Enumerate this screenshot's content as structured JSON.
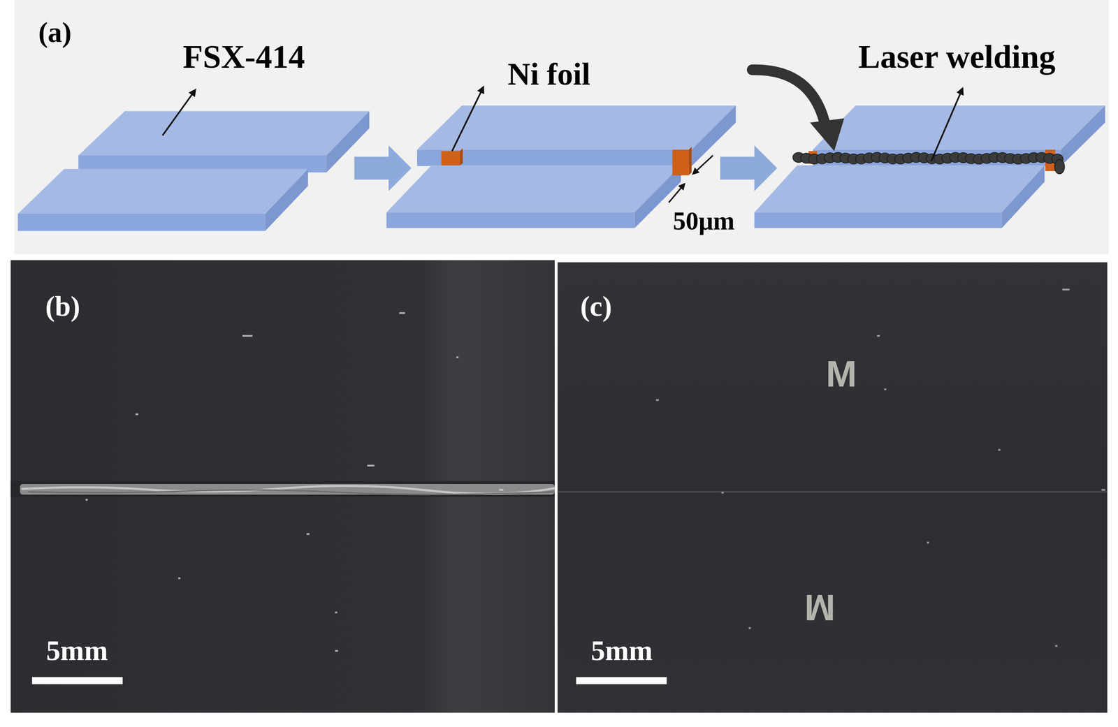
{
  "diagram": {
    "labels": [
      "(a)",
      "FSX-414",
      "Ni foil",
      "50μm",
      "Laser welding",
      "(b)",
      "(c)",
      "M",
      "M",
      "5mm",
      "5mm"
    ]
  }
}
